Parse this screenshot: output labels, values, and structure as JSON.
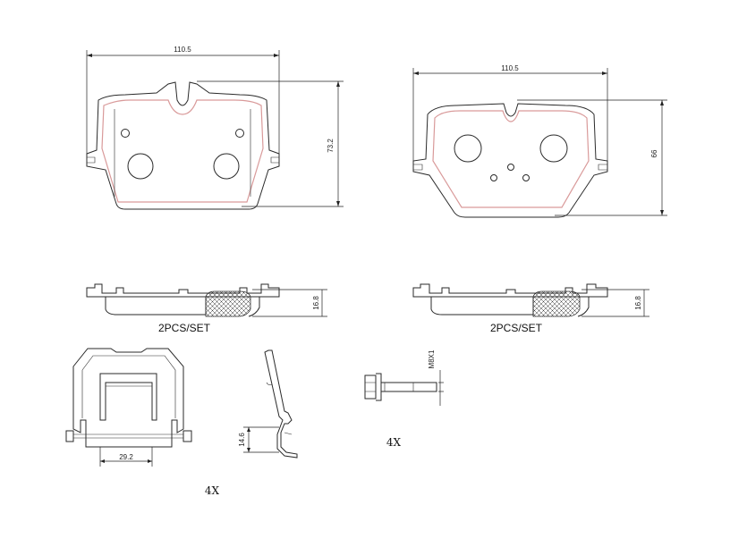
{
  "dimensions": {
    "front_width": "110.5",
    "front_height": "73.2",
    "rear_width": "110.5",
    "rear_height": "66",
    "front_thickness": "16.8",
    "rear_thickness": "16.8",
    "clip_width": "29.2",
    "clip_height": "14.6",
    "bolt_thread": "M8X1"
  },
  "labels": {
    "set_left": "2PCS/SET",
    "set_right": "2PCS/SET",
    "clip_qty": "4X",
    "bolt_qty": "4X"
  }
}
